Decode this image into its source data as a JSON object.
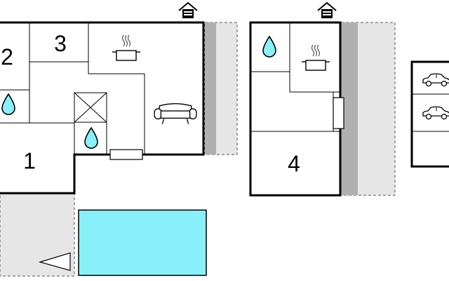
{
  "plan": {
    "rooms": [
      {
        "number": "1"
      },
      {
        "number": "2"
      },
      {
        "number": "3"
      },
      {
        "number": "4"
      }
    ],
    "icons": {
      "entrance": "house-entrance-icon",
      "bathroom": "water-drop-icon",
      "kitchen": "cooking-pot-icon",
      "living": "sofa-icon",
      "garage": "car-icon",
      "pool": "pool-icon",
      "closet": "cross-box-icon"
    },
    "colors": {
      "pool": "#87f0f8",
      "terrace": "#e6e6e6",
      "wall_shadow": "#b0b0b0"
    }
  }
}
